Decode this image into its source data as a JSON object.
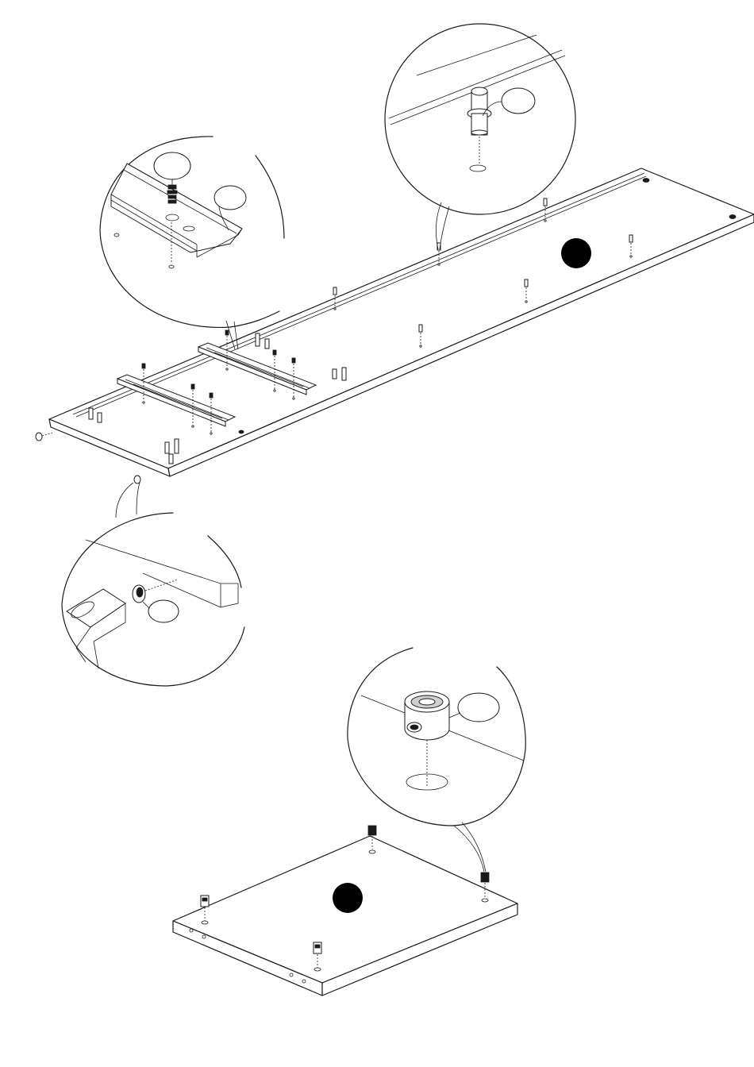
{
  "diagram": {
    "kind": "assembly-instruction-step",
    "background": "#ffffff",
    "line_color": "#1a1a1a",
    "part_marker_color": "#000000",
    "parts": [
      {
        "id": "long-panel",
        "marker": "black-dot"
      },
      {
        "id": "bottom-panel",
        "marker": "black-dot"
      }
    ],
    "callouts": [
      {
        "id": "callout-rail",
        "shows": "rail-with-screws",
        "label_bubbles": 2
      },
      {
        "id": "callout-dowel",
        "shows": "wooden-dowel",
        "label_bubbles": 1
      },
      {
        "id": "callout-foot",
        "shows": "plastic-foot-glide",
        "label_bubbles": 1
      },
      {
        "id": "callout-camlock",
        "shows": "cam-lock-fitting",
        "label_bubbles": 1
      }
    ]
  }
}
